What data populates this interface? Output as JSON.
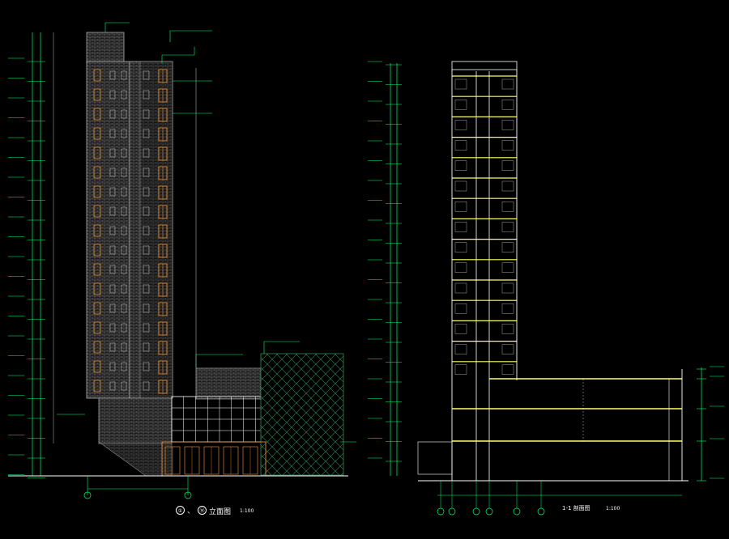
{
  "elevation": {
    "axis_a": "①",
    "axis_b": "⑭",
    "sep": "、",
    "title_suffix": "立面图",
    "scale": "1:100"
  },
  "section": {
    "title": "1-1 剖面图",
    "scale": "1:100"
  },
  "colors": {
    "background": "#000000",
    "dim_green": "#00ff66",
    "outline_yellow": "#ffff66",
    "window_orange": "#ff9933",
    "wall_gray": "#9a9a9a",
    "line_white": "#ffffff",
    "cyan": "#00e5ff"
  }
}
